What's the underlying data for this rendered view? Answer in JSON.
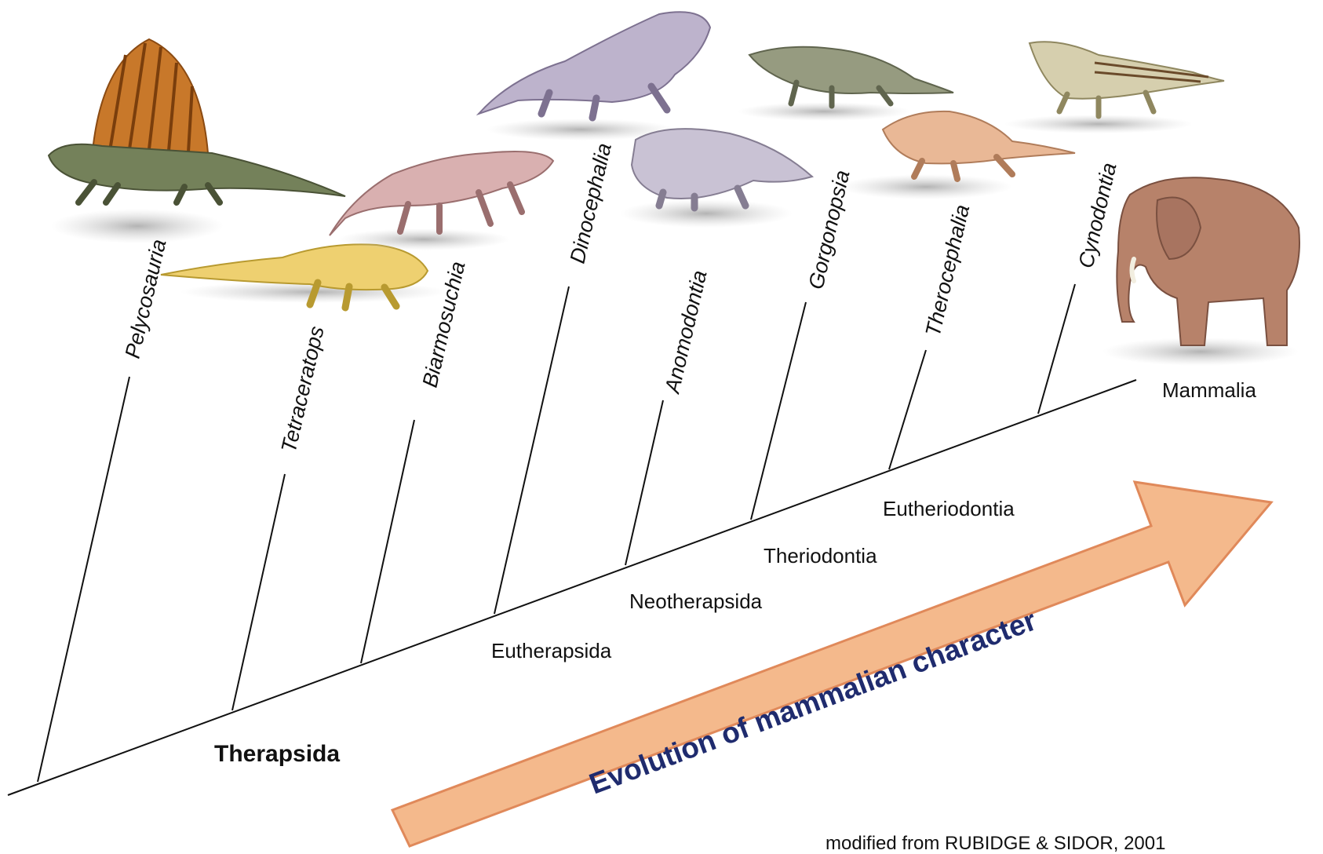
{
  "taxa": {
    "pelycosauria": "Pelycosauria",
    "tetraceratops": "Tetraceratops",
    "biarmosuchia": "Biarmosuchia",
    "dinocephalia": "Dinocephalia",
    "anomodontia": "Anomodontia",
    "gorgonopsia": "Gorgonopsia",
    "therocephalia": "Therocephalia",
    "cynodontia": "Cynodontia",
    "mammalia": "Mammalia"
  },
  "nodes": {
    "therapsida": "Therapsida",
    "eutherapsida": "Eutherapsida",
    "neotherapsida": "Neotherapsida",
    "theriodontia": "Theriodontia",
    "eutheriodontia": "Eutheriodontia"
  },
  "arrow": {
    "label": "Evolution of mammalian character",
    "fill": "#f4b98c",
    "stroke": "#e0895a",
    "text_color": "#1f2b6e"
  },
  "credit": "modified from  RUBIDGE & SIDOR, 2001",
  "illustrations": [
    "dimetrodon-illustration",
    "tetraceratops-illustration",
    "biarmosuchian-illustration",
    "dinocephalian-illustration",
    "dicynodont-illustration",
    "gorgonopsian-illustration",
    "therocephalian-illustration",
    "cynodont-illustration",
    "elephant-illustration"
  ]
}
